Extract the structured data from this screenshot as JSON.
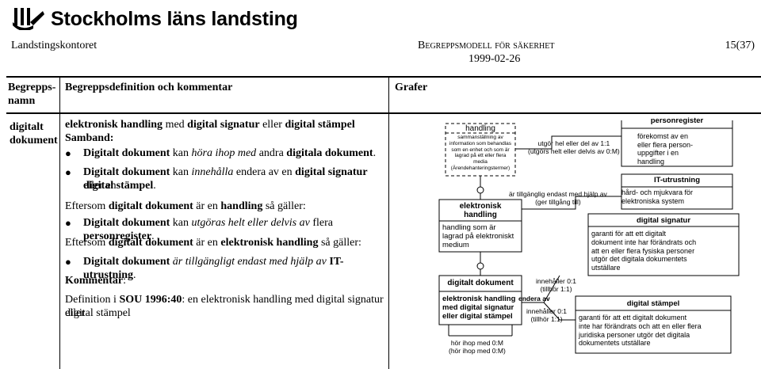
{
  "header": {
    "org": "Stockholms läns landsting",
    "office": "Landstingskontoret",
    "doc_title": "Begreppsmodell för säkerhet",
    "page": "15(37)",
    "date": "1999-02-26"
  },
  "table": {
    "col1_header": "Begrepps-\nnamn",
    "col2_header": "Begreppsdefinition och kommentar",
    "col3_header": "Grafer",
    "term": "digitalt\ndokument"
  },
  "definition": {
    "line1_a": "elektronisk  handling",
    "line1_b": " med ",
    "line1_c": "digital signatur",
    "line1_d": " eller ",
    "line1_e": "digital stämpel",
    "samband_label": "Samband:",
    "b1_a": "Digitalt dokument",
    "b1_b": " kan ",
    "b1_c": "höra ihop med",
    "b1_d": " andra ",
    "b1_e": "digitala dokument",
    "b1_f": ".",
    "b2_a": "Digitalt dokument",
    "b2_b": " kan ",
    "b2_c": "innehålla",
    "b2_d": " endera av en ",
    "b2_e": "digital signatur",
    "b2_f": " eller en",
    "b2_g": "digital stämpel",
    "b2_h": ".",
    "p1_a": "Eftersom ",
    "p1_b": "digitalt dokument",
    "p1_c": " är en ",
    "p1_d": "handling",
    "p1_e": " så gäller:",
    "b3_a": "Digitalt dokument",
    "b3_b": " kan ",
    "b3_c": "utgöras helt eller delvis av",
    "b3_d": " flera ",
    "b3_e": "personregister",
    "b3_f": ".",
    "p2_a": "Eftersom ",
    "p2_b": "digitalt dokument",
    "p2_c": " är en ",
    "p2_d": "elektronisk handling",
    "p2_e": " så gäller:",
    "b4_a": "Digitalt dokument",
    "b4_b": " är tillgängligt endast med hjälp av",
    "b4_c": " IT-utrustning",
    "b4_d": ".",
    "kommentar_label": "Kommentar",
    "kommentar_colon": ":",
    "def_a": "Definition i ",
    "def_b": "SOU 1996:40",
    "def_c": ": en elektronisk  handling med digital signatur eller",
    "def_d": "digital stämpel"
  },
  "diagram": {
    "handling": {
      "title": "handling",
      "desc": "sammanställning av\ninformation som behandlas\nsom en enhet och som är\nlagrad på ett eller flera\nmedia\n(Ärendehanteringstermer)"
    },
    "elektronisk_handling": {
      "title": "elektronisk\nhandling",
      "desc": "handling som är\nlagrad på elektroniskt\nmedium"
    },
    "digitalt_dokument": {
      "title": "digitalt dokument",
      "desc": "elektronisk handling\nmed digital signatur\neller digital stämpel"
    },
    "personregister": {
      "title": "personregister",
      "desc": "förekomst av en\neller flera person-\nuppgifter i en\nhandling"
    },
    "it_utrustning": {
      "title": "IT-utrustning",
      "desc": "hård- och mjukvara för\nelektroniska system"
    },
    "digital_signatur": {
      "title": "digital signatur",
      "desc": "garanti för att ett digitalt\ndokument inte har förändrats och\natt en eller flera fysiska personer\nutgör det digitala dokumentets\nutställare"
    },
    "digital_stampel": {
      "title": "digital stämpel",
      "desc": "garanti för att ett digitalt dokument\ninte har förändrats och att en eller flera\njuridiska personer utgör det digitala\ndokumentets utställare"
    },
    "rel_utgors": "utgör hel eller del av 1:1\n(utgörs helt eller delvis av 0:M)",
    "rel_tillganglig": "är tillgänglig endast med hjälp av\n(ger tillgång till)",
    "rel_innehaller1": "innehåller 0:1\n(tillhör 1:1)",
    "rel_endera": "endera av",
    "rel_innehaller2": "innehåller 0:1\n(tillhör 1:1)",
    "rel_hor_ihop": "hör ihop med 0:M\n(hör ihop med 0:M)"
  }
}
